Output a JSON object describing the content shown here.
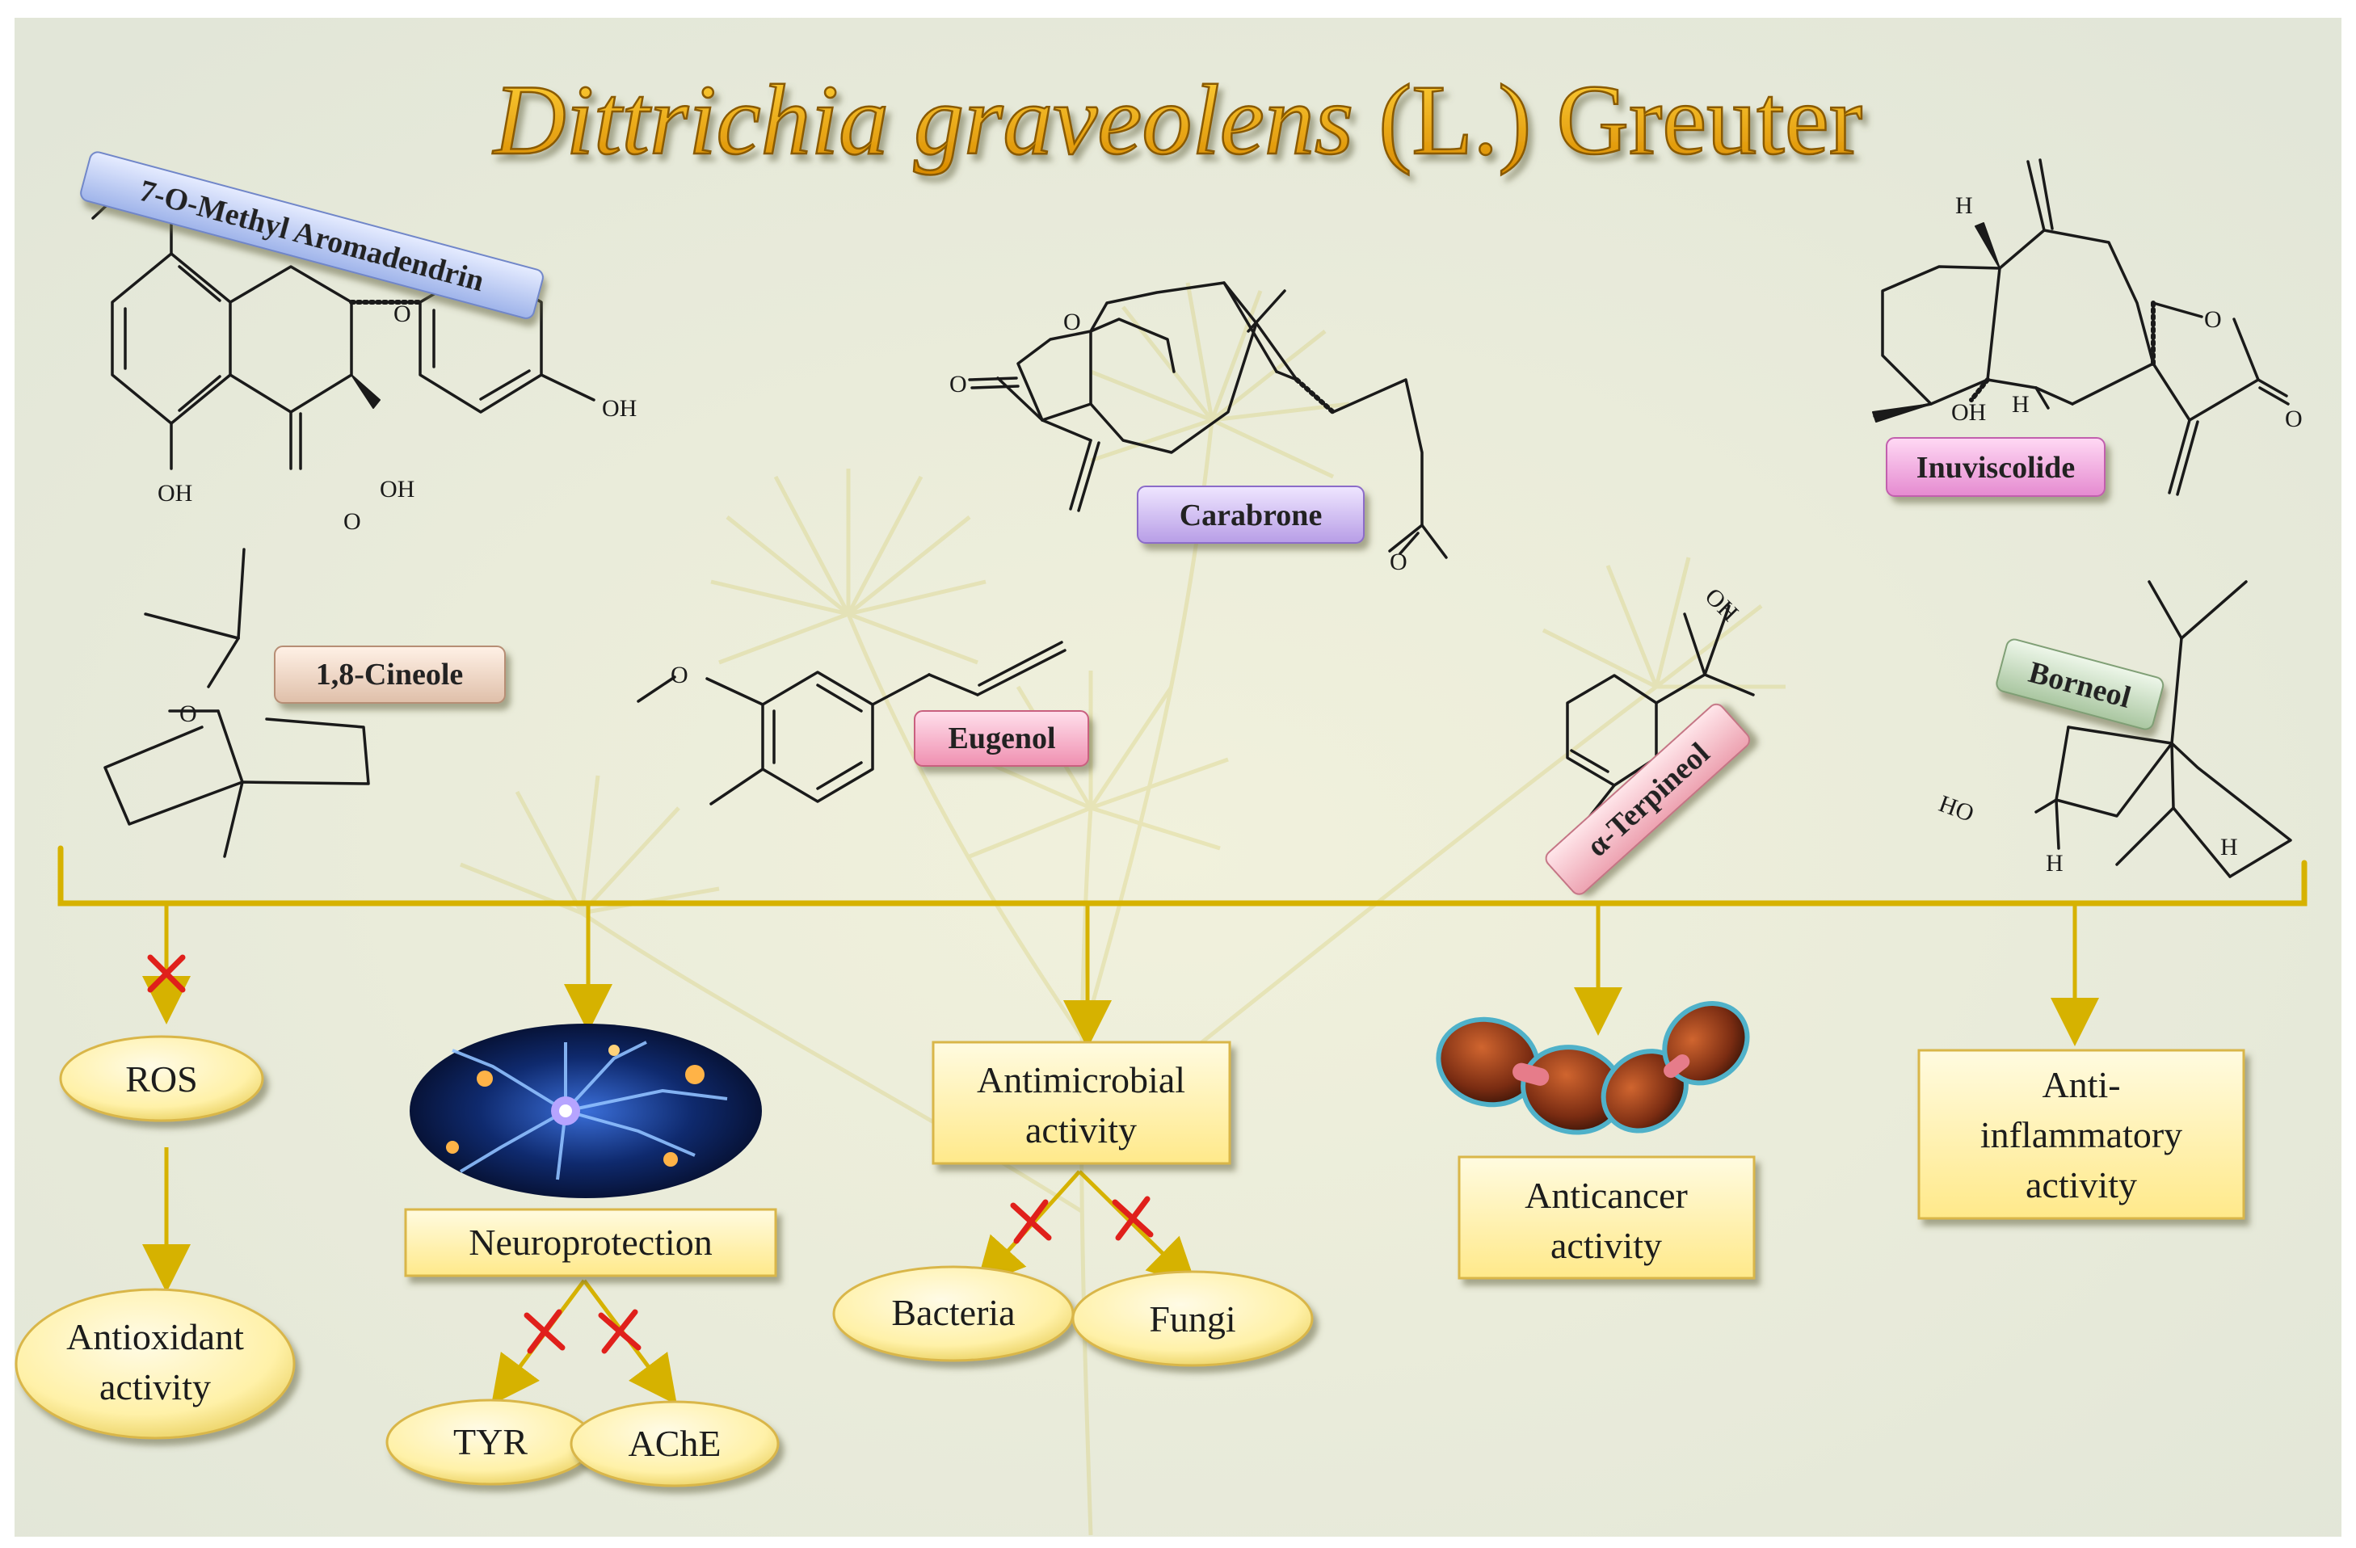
{
  "title": {
    "italic": "Dittrichia graveolens",
    "rest": " (L.) Greuter"
  },
  "compounds": {
    "methyl_aromadendrin": "7-O-Methyl Aromadendrin",
    "carabrone": "Carabrone",
    "inuviscolide": "Inuviscolide",
    "cineole": "1,8-Cineole",
    "eugenol": "Eugenol",
    "terpineol": "α-Terpineol",
    "borneol": "Borneol"
  },
  "atom_labels": {
    "oh": "OH",
    "ho": "HO",
    "o": "O",
    "h": "H"
  },
  "activities": {
    "ros": "ROS",
    "antioxidant_line1": "Antioxidant",
    "antioxidant_line2": "activity",
    "neuroprotection": "Neuroprotection",
    "tyr": "TYR",
    "ache": "AChE",
    "antimicrobial_line1": "Antimicrobial",
    "antimicrobial_line2": "activity",
    "bacteria": "Bacteria",
    "fungi": "Fungi",
    "anticancer_line1": "Anticancer",
    "anticancer_line2": "activity",
    "antiinflammatory_line1": "Anti-",
    "antiinflammatory_line2": "inflammatory",
    "antiinflammatory_line3": "activity"
  },
  "colors": {
    "background": "#e9ecdf",
    "gold_line": "#d6b200",
    "inhibit_mark": "#e0201b",
    "box_fill": "#fff3b0",
    "title_fill": "#e6a400",
    "label_blue": "#b9c8f0",
    "label_purple": "#c9b6ec",
    "label_pink": "#f4a6d6",
    "label_beige": "#efd6c4",
    "label_rose": "#f5b6c4",
    "label_green": "#c3d8bd"
  }
}
